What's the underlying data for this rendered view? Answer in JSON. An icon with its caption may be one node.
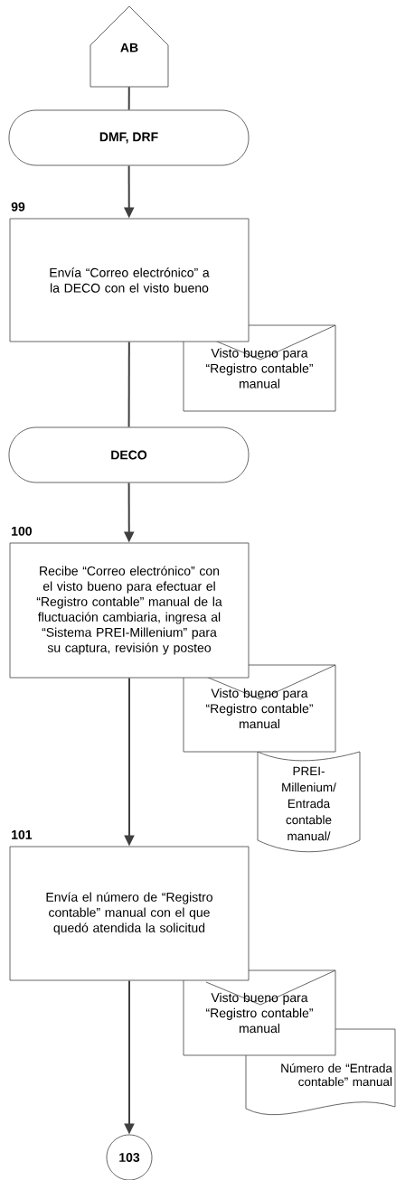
{
  "diagram": {
    "nodes": [
      {
        "text": [
          "AB"
        ]
      },
      {
        "text": [
          "DMF, DRF"
        ]
      },
      {
        "text": [
          "Envía “Correo electrónico” a la DECO con el visto bueno"
        ],
        "beside": [
          "99"
        ]
      },
      {
        "text": [
          "Visto bueno para “Registro contable” manual"
        ]
      },
      {
        "text": [
          "DECO"
        ]
      },
      {
        "text": [
          "Recibe “Correo electrónico” con el visto bueno para efectuar el “Registro contable” manual de la fluctuación cambiaria, ingresa al “Sistema PREI-Millenium” para su captura, revisión y posteo"
        ],
        "beside": [
          "100"
        ]
      },
      {
        "text": [
          "Visto bueno para “Registro contable” manual"
        ]
      },
      {
        "text": [
          "PREI-Millenium/ Entrada contable manual/"
        ]
      },
      {
        "text": [
          "Envía el número de “Registro contable” manual con el que quedó atendida la solicitud"
        ],
        "beside": [
          "101"
        ]
      },
      {
        "text": [
          "Visto bueno para “Registro contable” manual"
        ]
      },
      {
        "text": [
          "Número de “Entrada contable” manual"
        ]
      },
      {
        "text": [
          "103"
        ]
      }
    ],
    "edges": [
      {
        "from": 0,
        "to": 1,
        "arrow": "none"
      },
      {
        "from": 1,
        "to": 2,
        "arrow": "to"
      },
      {
        "from": 2,
        "to": 4,
        "arrow": "none"
      },
      {
        "from": 4,
        "to": 5,
        "arrow": "to"
      },
      {
        "from": 5,
        "to": 8,
        "arrow": "to"
      },
      {
        "from": 8,
        "to": 11,
        "arrow": "to"
      }
    ]
  }
}
